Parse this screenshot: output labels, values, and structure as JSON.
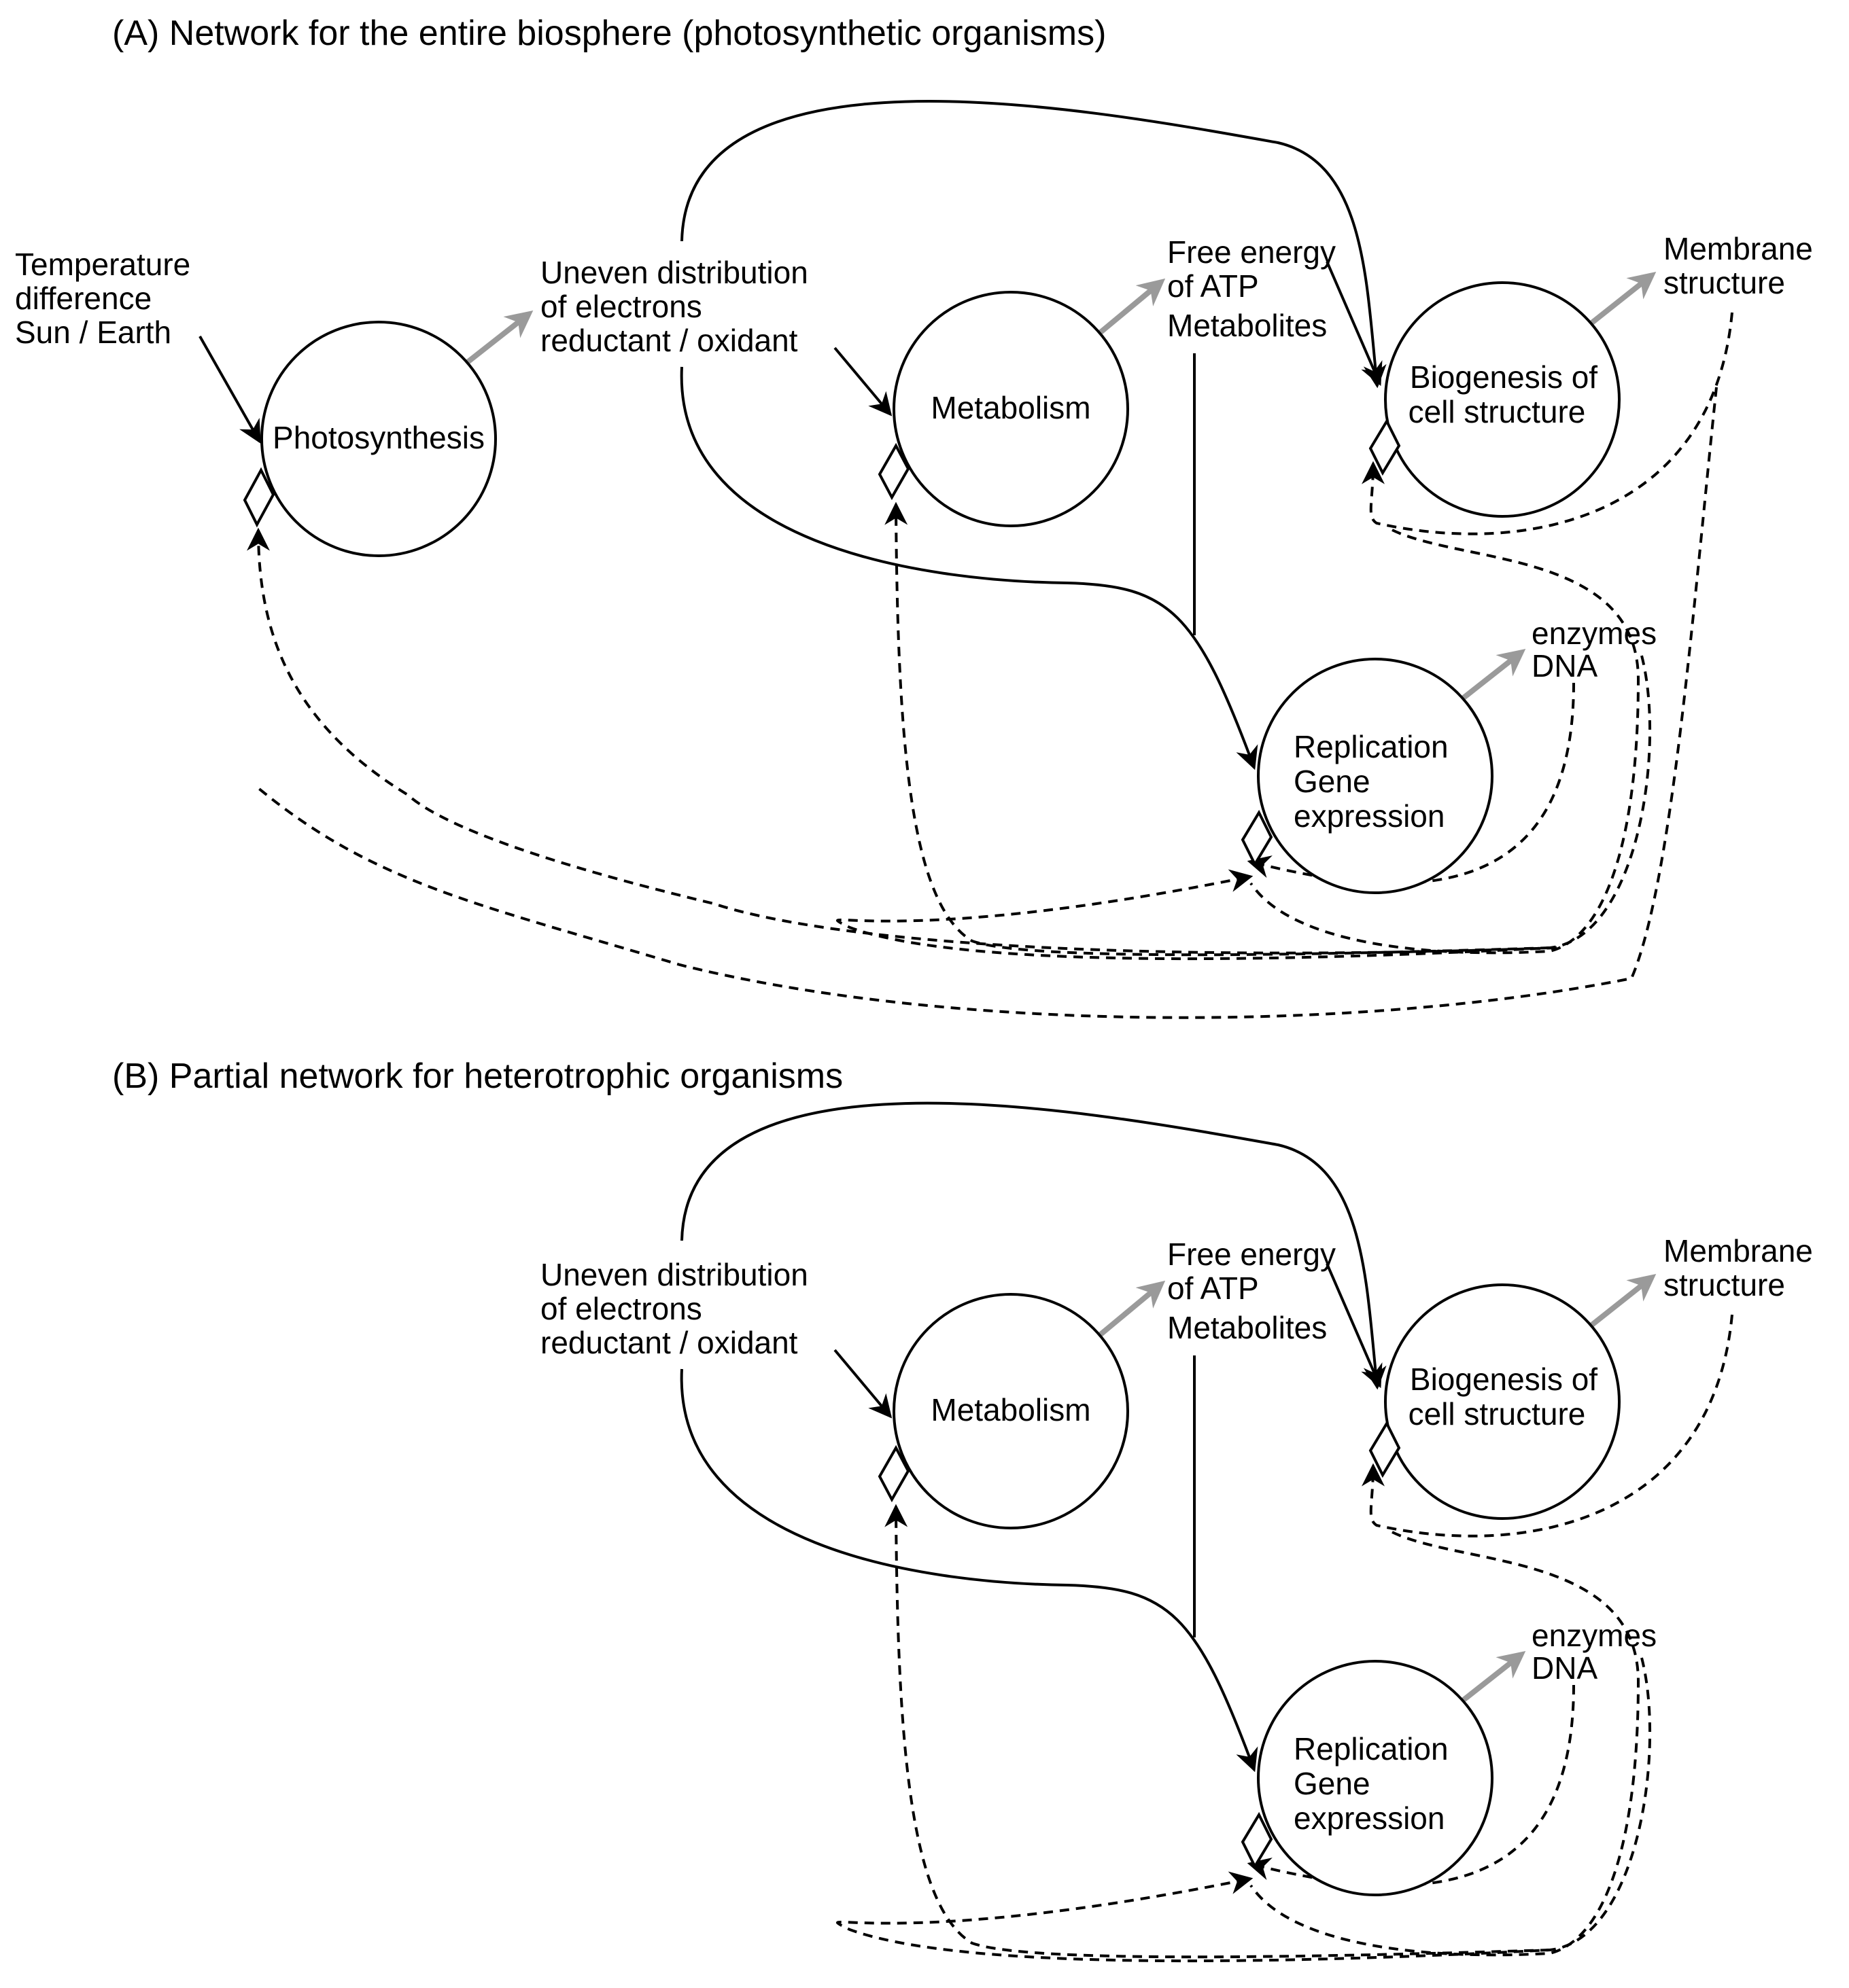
{
  "colors": {
    "ink": "#000000",
    "output_arrow": "#9a9a9a",
    "background": "#ffffff"
  },
  "panel_a": {
    "title": "(A) Network for the entire biosphere (photosynthetic organisms)",
    "nodes": {
      "photosynthesis": "Photosynthesis",
      "metabolism": "Metabolism",
      "biogenesis": [
        "Biogenesis of",
        "cell structure"
      ],
      "replication": [
        "Replication",
        "Gene",
        "expression"
      ]
    },
    "labels": {
      "temperature": [
        "Temperature",
        "difference",
        "Sun / Earth"
      ],
      "uneven": [
        "Uneven distribution",
        "of electrons",
        "reductant / oxidant"
      ],
      "free_energy": [
        "Free energy",
        "of ATP",
        "Metabolites"
      ],
      "membrane": [
        "Membrane",
        "structure"
      ],
      "enzymes": [
        "enzymes",
        "DNA"
      ]
    }
  },
  "panel_b": {
    "title": "(B) Partial network for heterotrophic organisms",
    "nodes": {
      "metabolism": "Metabolism",
      "biogenesis": [
        "Biogenesis of",
        "cell structure"
      ],
      "replication": [
        "Replication",
        "Gene",
        "expression"
      ]
    },
    "labels": {
      "uneven": [
        "Uneven distribution",
        "of electrons",
        "reductant / oxidant"
      ],
      "free_energy": [
        "Free energy",
        "of ATP",
        "Metabolites"
      ],
      "membrane": [
        "Membrane",
        "structure"
      ],
      "enzymes": [
        "enzymes",
        "DNA"
      ]
    }
  }
}
